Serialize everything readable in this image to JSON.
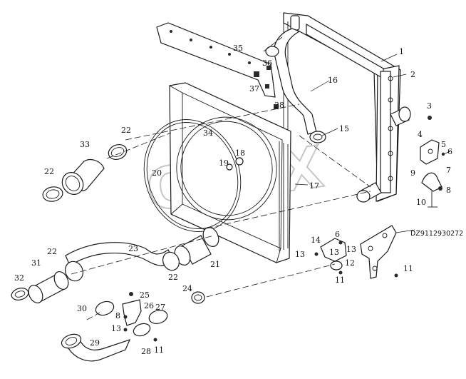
{
  "watermark": "OPEX",
  "part_number": "DZ9112930272",
  "callouts": {
    "c1": "1",
    "c2": "2",
    "c3": "3",
    "c4": "4",
    "c5": "5",
    "c6a": "6",
    "c6b": "6",
    "c7": "7",
    "c8a": "8",
    "c8b": "8",
    "c9": "9",
    "c10": "10",
    "c11a": "11",
    "c11b": "11",
    "c11c": "11",
    "c12": "12",
    "c13a": "13",
    "c13b": "13",
    "c13c": "13",
    "c13d": "13",
    "c14": "14",
    "c15": "15",
    "c16": "16",
    "c17": "17",
    "c18": "18",
    "c19": "19",
    "c20": "20",
    "c21": "21",
    "c22a": "22",
    "c22b": "22",
    "c22c": "22",
    "c22d": "22",
    "c23": "23",
    "c24": "24",
    "c25": "25",
    "c26": "26",
    "c27": "27",
    "c28": "28",
    "c29": "29",
    "c30": "30",
    "c31": "31",
    "c32": "32",
    "c33": "33",
    "c34": "34",
    "c35": "35",
    "c36": "36",
    "c37": "37",
    "c38": "38"
  }
}
